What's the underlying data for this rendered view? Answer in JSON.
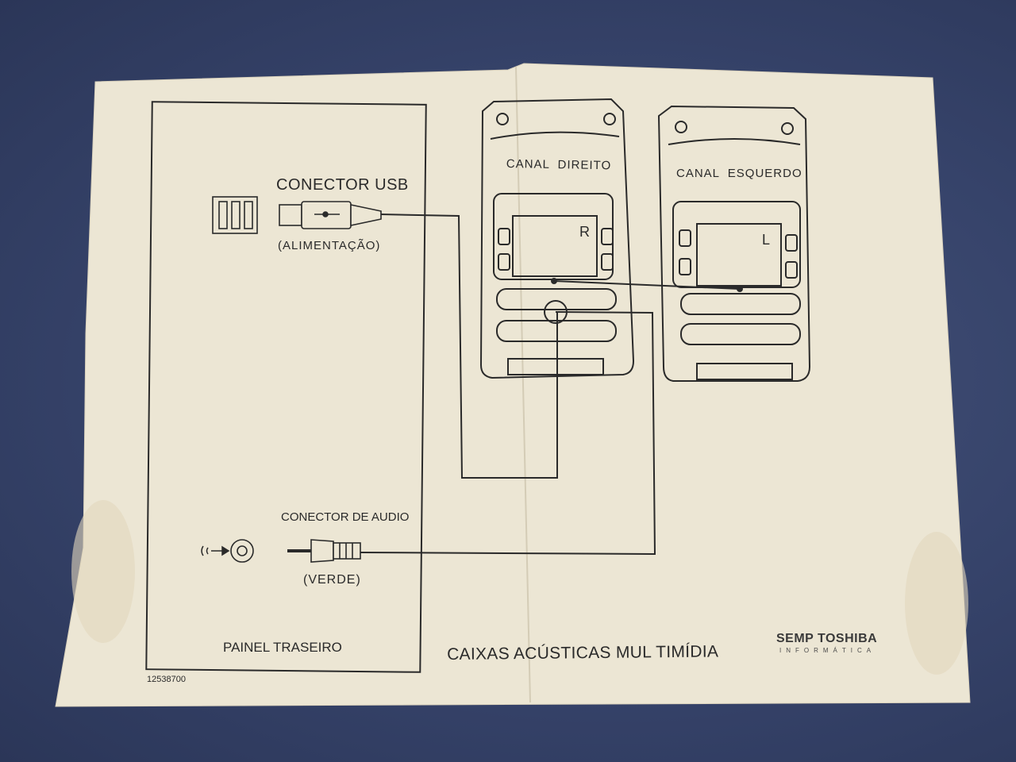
{
  "diagram": {
    "usb_connector": {
      "title": "CONECTOR USB",
      "subtitle": "(ALIMENTAÇÃO)"
    },
    "audio_connector": {
      "title": "CONECTOR DE AUDIO",
      "subtitle": "(VERDE)"
    },
    "rear_panel": {
      "label": "PAINEL TRASEIRO",
      "part_number": "12538700"
    },
    "right_speaker": {
      "label": "CANAL  DIREITO",
      "channel_letter": "R"
    },
    "left_speaker": {
      "label": "CANAL  ESQUERDO",
      "channel_letter": "L"
    },
    "caption": "CAIXAS ACÚSTICAS MUL TIMÍDIA",
    "brand": {
      "name": "SEMP TOSHIBA",
      "subtitle": "INFORMÁTICA"
    }
  },
  "icons": [
    "usb-port-icon",
    "usb-plug-icon",
    "audio-jack-icon",
    "audio-plug-icon",
    "speaker-out-icon"
  ],
  "colors": {
    "paper": "#ece6d4",
    "ink": "#2a2a2a",
    "background": "#3b4870"
  }
}
